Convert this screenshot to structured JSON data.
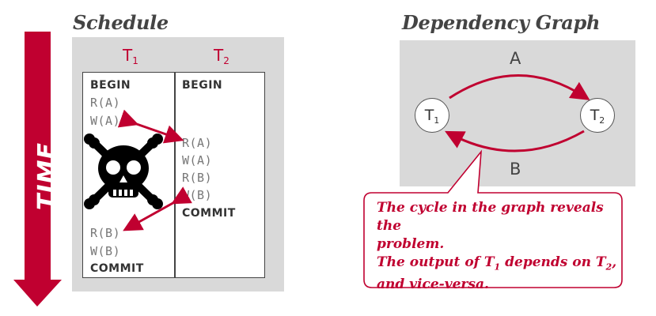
{
  "schedule": {
    "title": "Schedule",
    "time_label": "TIME",
    "t1_header": "T",
    "t1_sub": "1",
    "t2_header": "T",
    "t2_sub": "2",
    "t1_ops_top": [
      "BEGIN",
      "R(A)",
      "W(A)"
    ],
    "t2_ops": [
      "BEGIN",
      "R(A)",
      "W(A)",
      "R(B)",
      "W(B)",
      "COMMIT"
    ],
    "t1_ops_bottom": [
      "R(B)",
      "W(B)",
      "COMMIT"
    ]
  },
  "graph": {
    "title": "Dependency Graph",
    "node1": "T",
    "node1_sub": "1",
    "node2": "T",
    "node2_sub": "2",
    "edge_top_label": "A",
    "edge_bottom_label": "B"
  },
  "callout": {
    "line1": "The cycle in the graph reveals the",
    "line2": "problem.",
    "line3_a": "The output of T",
    "line3_sub1": "1",
    "line3_b": " depends on T",
    "line3_sub2": "2",
    "line3_c": ",",
    "line4": "and vice-versa."
  },
  "colors": {
    "accent": "#c00030",
    "panel": "#d9d9d9"
  }
}
